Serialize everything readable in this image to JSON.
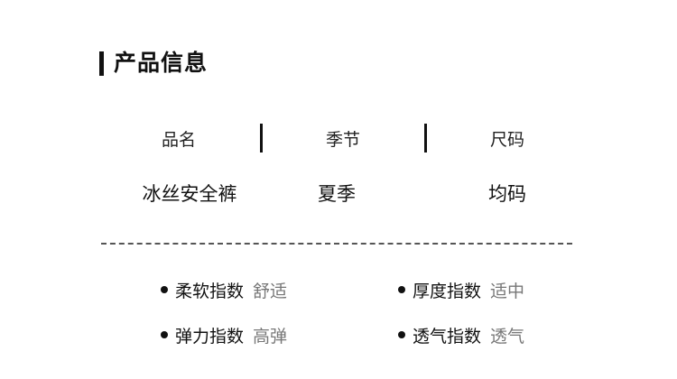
{
  "section": {
    "title": "产品信息"
  },
  "info_table": {
    "headers": [
      "品名",
      "季节",
      "尺码"
    ],
    "values": [
      "冰丝安全裤",
      "夏季",
      "均码"
    ]
  },
  "attributes": [
    {
      "label": "柔软指数",
      "value": "舒适"
    },
    {
      "label": "厚度指数",
      "value": "适中"
    },
    {
      "label": "弹力指数",
      "value": "高弹"
    },
    {
      "label": "透气指数",
      "value": "透气"
    }
  ],
  "colors": {
    "text": "#111111",
    "muted": "#777777",
    "divider": "#555555"
  }
}
